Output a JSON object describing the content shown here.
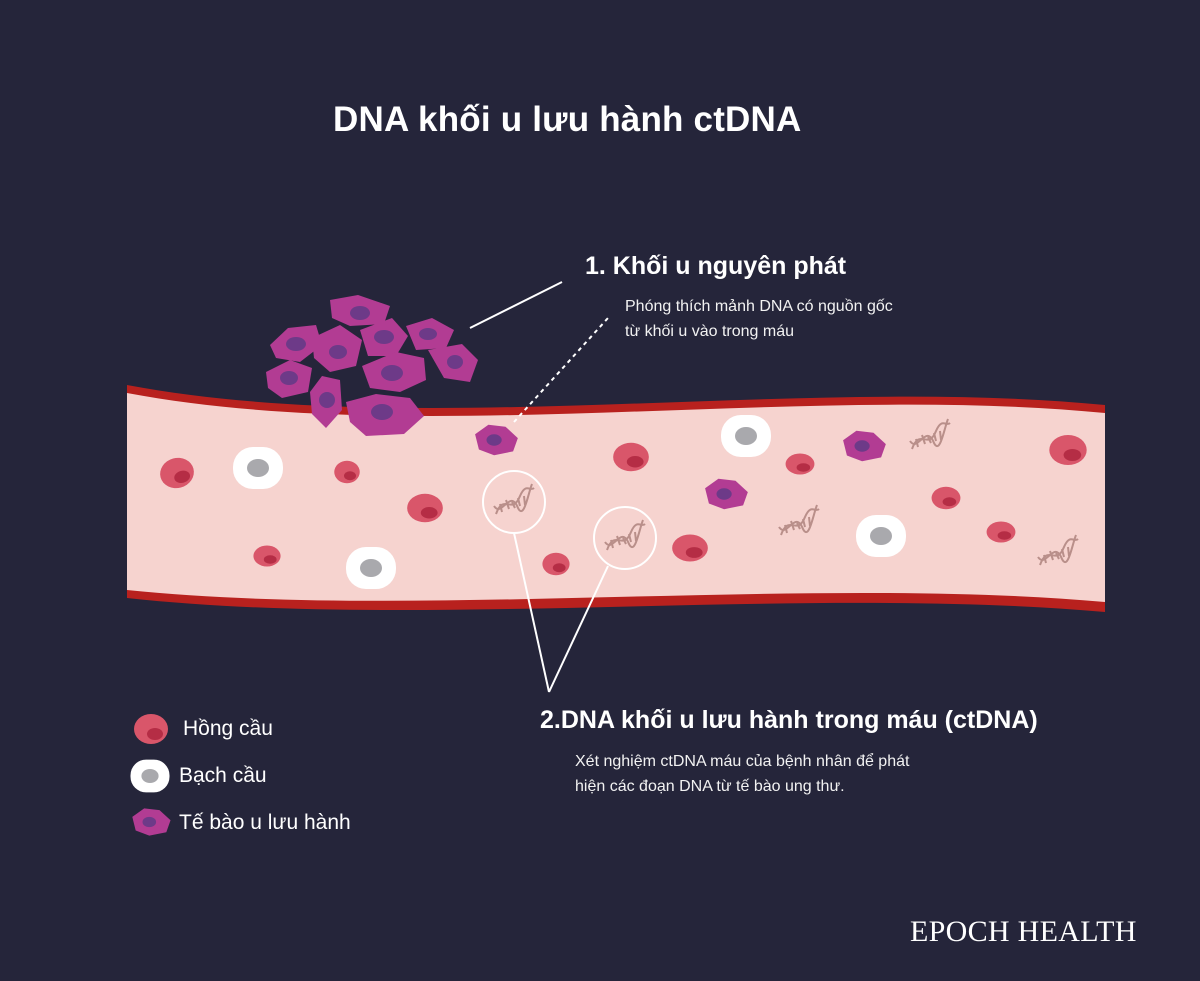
{
  "title": "DNA khối u lưu hành ctDNA",
  "label1": {
    "heading": "1.  Khối u nguyên phát",
    "desc_line1": "Phóng thích mảnh DNA có nguồn gốc",
    "desc_line2": "từ khối u vào trong máu"
  },
  "label2": {
    "heading": "2.DNA khối u lưu hành trong  máu (ctDNA)",
    "desc_line1": "Xét nghiệm ctDNA máu của bệnh nhân để phát",
    "desc_line2": "hiện các đoạn DNA từ tế bào ung thư."
  },
  "legend": [
    {
      "icon": "red-blood-cell-icon",
      "label": "Hồng cầu"
    },
    {
      "icon": "white-blood-cell-icon",
      "label": "Bạch cầu"
    },
    {
      "icon": "tumor-cell-icon",
      "label": "Tế bào u lưu hành"
    }
  ],
  "brand": "EPOCH HEALTH",
  "colors": {
    "background": "#25253a",
    "vessel_fill": "#f6d3cf",
    "vessel_wall": "#b8211e",
    "red_cell": "#d9566a",
    "red_cell_core": "#b52d45",
    "white_cell": "#ffffff",
    "white_cell_core": "#a9a9ad",
    "tumor_cell": "#b23c93",
    "tumor_core": "#6d3a88",
    "dna": "#b98f8a"
  }
}
